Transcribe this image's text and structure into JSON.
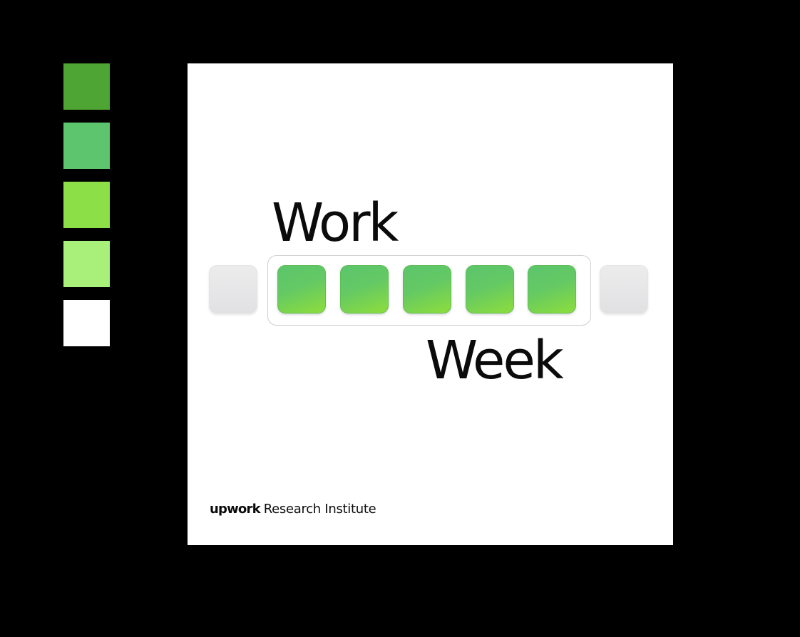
{
  "palette": {
    "swatches": [
      {
        "name": "dark-green",
        "color": "#4fa533"
      },
      {
        "name": "medium-green",
        "color": "#5cc56d"
      },
      {
        "name": "lime-green",
        "color": "#8ddf48"
      },
      {
        "name": "light-green",
        "color": "#a9f07a"
      },
      {
        "name": "white",
        "color": "#ffffff"
      }
    ]
  },
  "card": {
    "title_line1": "Work",
    "title_line2": "Week",
    "week": {
      "days": [
        {
          "type": "weekend",
          "color": "#e6e6e8"
        },
        {
          "type": "weekday",
          "color": "#5cc56d"
        },
        {
          "type": "weekday",
          "color": "#5cc56d"
        },
        {
          "type": "weekday",
          "color": "#5cc56d"
        },
        {
          "type": "weekday",
          "color": "#5cc56d"
        },
        {
          "type": "weekday",
          "color": "#5cc56d"
        },
        {
          "type": "weekend",
          "color": "#e6e6e8"
        }
      ]
    },
    "brand": {
      "logo": "upwork",
      "text": "Research Institute"
    }
  }
}
